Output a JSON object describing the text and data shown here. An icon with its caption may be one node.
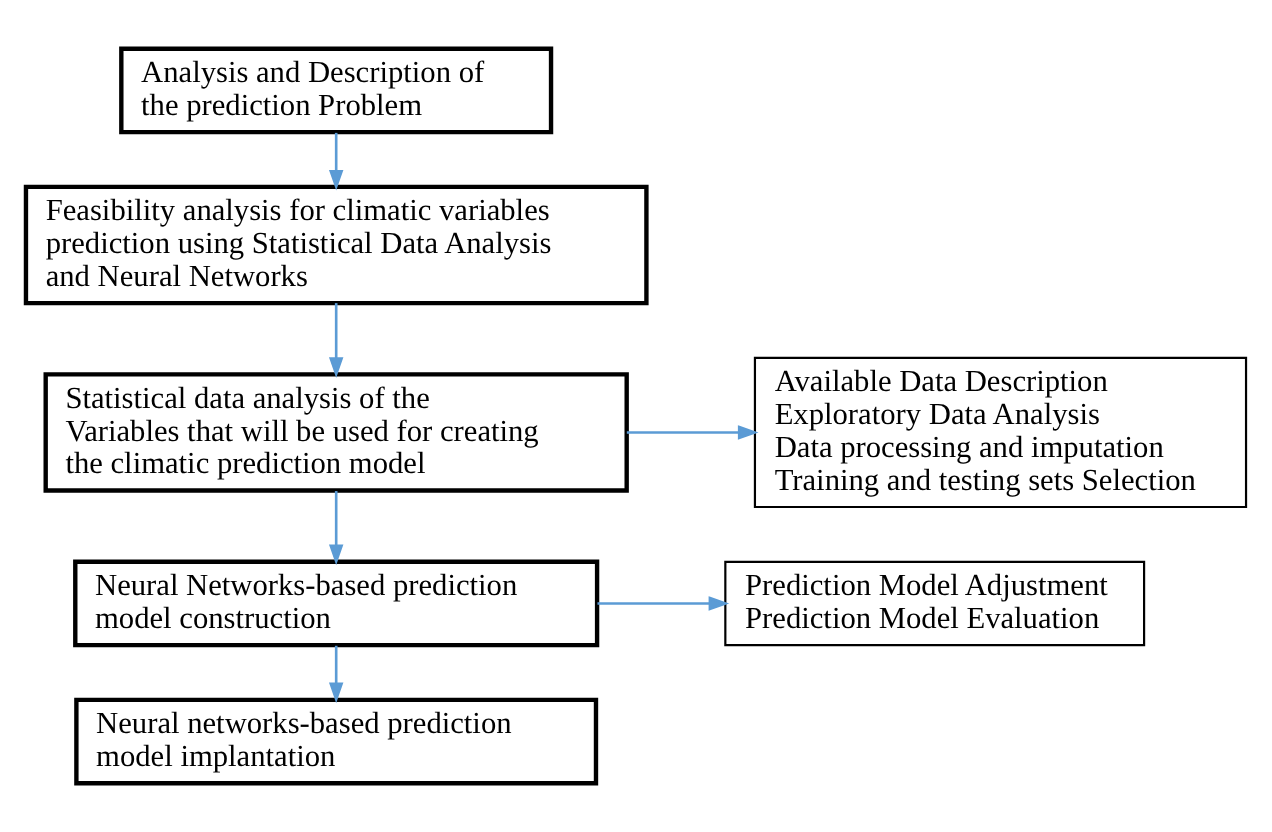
{
  "diagram": {
    "nodes": [
      {
        "text": [
          "Analysis and Description of the prediction Problem"
        ]
      },
      {
        "text": [
          "Feasibility analysis for climatic variables prediction using Statistical Data Analysis and Neural Networks"
        ]
      },
      {
        "text": [
          "Statistical data analysis of the Variables that will be used for creating the climatic prediction model"
        ]
      },
      {
        "text": [
          "Available Data Description",
          "Exploratory Data Analysis",
          "Data processing and imputation",
          "Training and testing sets Selection"
        ]
      },
      {
        "text": [
          "Neural Networks-based prediction model construction"
        ]
      },
      {
        "text": [
          "Prediction Model Adjustment",
          "Prediction Model Evaluation"
        ]
      },
      {
        "text": [
          "Neural networks-based prediction model implantation"
        ]
      }
    ],
    "edges": [
      {
        "from": 0,
        "to": 1,
        "arrow": "to"
      },
      {
        "from": 1,
        "to": 2,
        "arrow": "to"
      },
      {
        "from": 2,
        "to": 3,
        "arrow": "to"
      },
      {
        "from": 2,
        "to": 4,
        "arrow": "to"
      },
      {
        "from": 4,
        "to": 5,
        "arrow": "to"
      },
      {
        "from": 4,
        "to": 6,
        "arrow": "to"
      }
    ]
  }
}
